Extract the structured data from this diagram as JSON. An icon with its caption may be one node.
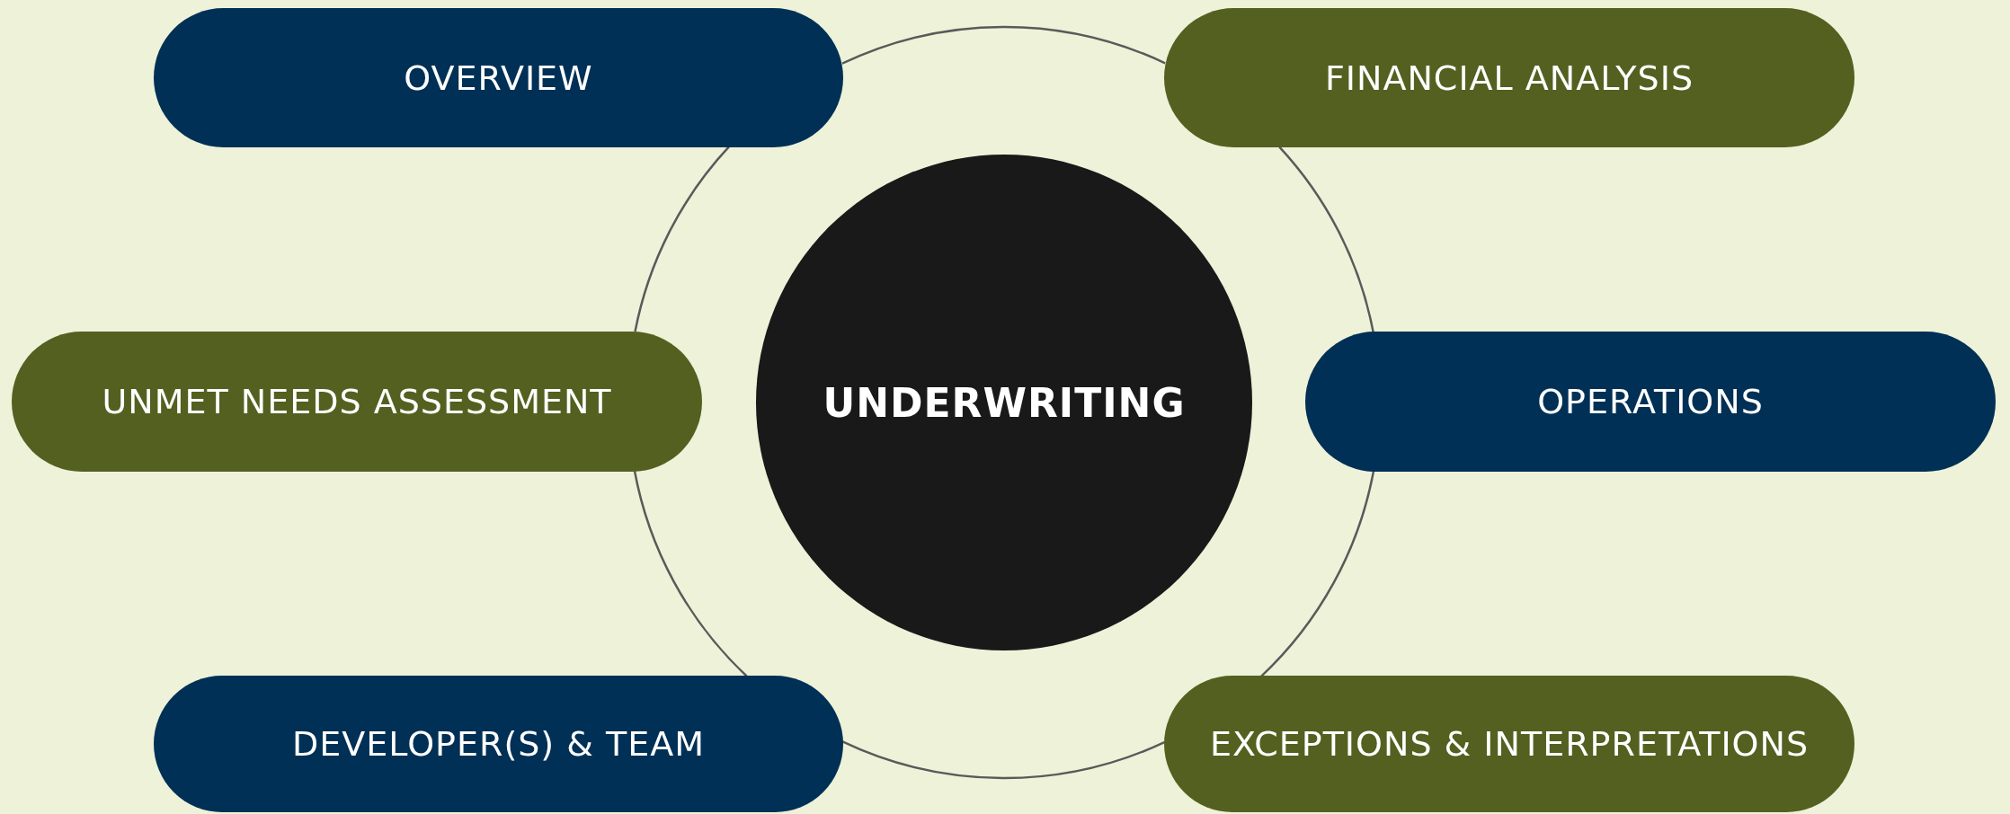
{
  "diagram": {
    "nodes": [
      {
        "text": [
          "OVERVIEW"
        ]
      },
      {
        "text": [
          "FINANCIAL ANALYSIS"
        ]
      },
      {
        "text": [
          "UNMET NEEDS ASSESSMENT"
        ]
      },
      {
        "text": [
          "UNDERWRITING"
        ]
      },
      {
        "text": [
          "OPERATIONS"
        ]
      },
      {
        "text": [
          "DEVELOPER(S) & TEAM"
        ]
      },
      {
        "text": [
          "EXCEPTIONS & INTERPRETATIONS"
        ]
      }
    ],
    "edges": [
      {
        "from": 0,
        "to": 1,
        "arrow": "none"
      },
      {
        "from": 1,
        "to": 4,
        "arrow": "none"
      },
      {
        "from": 4,
        "to": 6,
        "arrow": "none"
      },
      {
        "from": 6,
        "to": 5,
        "arrow": "none"
      },
      {
        "from": 5,
        "to": 2,
        "arrow": "none"
      },
      {
        "from": 2,
        "to": 0,
        "arrow": "none"
      }
    ]
  }
}
